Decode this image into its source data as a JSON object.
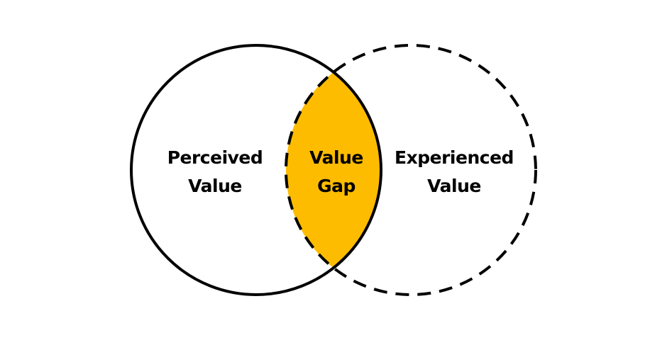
{
  "diagram": {
    "left_set": {
      "line1": "Perceived",
      "line2": "Value",
      "line_style": "solid"
    },
    "right_set": {
      "line1": "Experienced",
      "line2": "Value",
      "line_style": "dashed"
    },
    "intersection": {
      "line1": "Value",
      "line2": "Gap",
      "fill_color": "#FDBC00"
    }
  }
}
